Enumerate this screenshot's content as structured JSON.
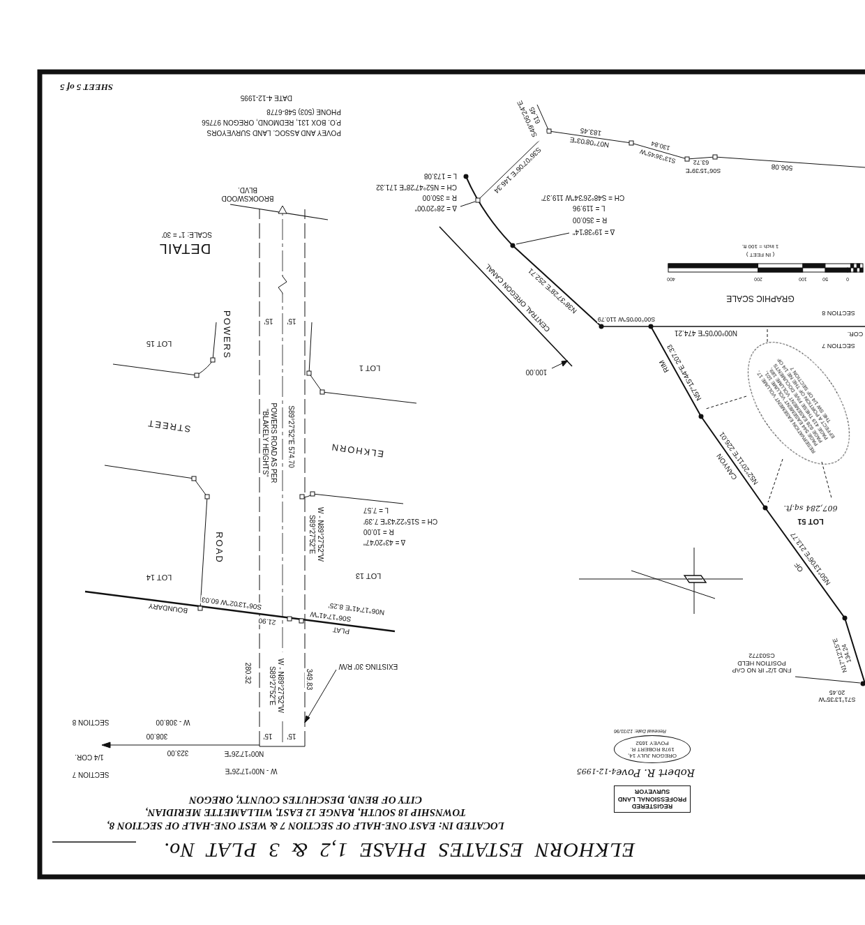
{
  "diagram": {
    "title": "ELKHORN ESTATES PHASE 1,2 & 3 PLAT No.",
    "nodes": [
      {
        "text": [
          "REGISTERED PROFESSIONAL LAND SURVEYOR",
          "OREGON JULY 14, 1978 ROBERT R. POVEY 1652",
          "Renewal Date: 12/31/96"
        ]
      },
      {
        "text": [
          "RESERVATION EASEMENT VOLUME 17, PAGE 544 EASEMENT VOLUME 101, PAGE 626 EASEMENT VOLUME 189, PAGE 419 THESE FIVE DOCUMENTS EFFECT A PORTION OF THE NE 1/4 OF THE SW 1/4 OF SECTION 7"
        ]
      }
    ],
    "labels": [
      "LOCATED IN: EAST ONE-HALF OF SECTION 7 & WEST ONE-HALF OF SECTION 8,",
      "TOWNSHIP 18 SOUTH, RANGE 12 EAST, WILLAMETTE MERIDIAN,",
      "CITY OF BEND, DESCHUTES COUNTY, OREGON",
      "SHEET 5 of 5",
      "POVEY AND ASSOC. LAND SURVEYORS",
      "P.O. BOX 131, REDMOND, OREGON 97756",
      "PHONE (503) 548-6778",
      "DATE 4-12-1995",
      "Robert R. Povey",
      "4-12-1995",
      "DETAIL",
      "SCALE: 1\" = 30'",
      "BROOKSWOOD BLVD.",
      "POWERS ROAD AS PER \"BLAKELY HEIGHTS\"",
      "S89°27'52\"E 574.70",
      "15'",
      "15'",
      "15'",
      "15'",
      "LOT 15",
      "LOT 1",
      "LOT 14",
      "LOT 13",
      "POWERS",
      "STREET",
      "ELKHORN",
      "ROAD",
      "PLAT",
      "BOUNDARY",
      "S06°13'02\"W 60.03",
      "21.90",
      "S06°17'41\"W",
      "N06°17'41\"E 8.25'",
      "Δ = 43°20'47\"",
      "R = 10.00",
      "CH = S15°22'43\"E 7.39'",
      "L = 7.57",
      "W - N89°27'52\"W S89°27'52\"E",
      "W - N89°27'52\"W S89°27'52\"E",
      "280.32",
      "349.83",
      "EXISTING 30' R/W",
      "W - N00°17'26\"E",
      "N00°17'26\"E",
      "W - 308.00",
      "308.00",
      "323.00",
      "SECTION 8",
      "SECTION 7",
      "1/4 COR.",
      "GRAPHIC SCALE",
      "( IN FEET )",
      "1 inch = 100 ft.",
      "0",
      "50",
      "100",
      "200",
      "400",
      "SECTION 8",
      "SECTION 7",
      "COR.",
      "N00°00'05\"E 474.21",
      "S00°00'05\"W 110.79",
      "RIM",
      "N57°15'44\"E 207.33",
      "CANYON",
      "N52°20'11\"E 226.01",
      "OF",
      "N50°13'06\"E 213.77",
      "N17°12'15\"E 134.24",
      "CENTRAL OREGON CANAL",
      "N38°37'28\"E 252.71",
      "100.00",
      "Δ = 19°38'14\"",
      "R = 350.00",
      "L = 119.96",
      "CH = S48°26'34\"W 119.37'",
      "Δ = 28°20'00\"",
      "R = 350.00",
      "CH = N52°47'28\"E 171.32",
      "L = 173.08",
      "S36°07'06\"E 146.34",
      "S49°06'24\"E 61.45",
      "N07°08'03\"E",
      "183.45",
      "S13°36'45\"W",
      "130.84",
      "63.72",
      "S06°15'39\"E",
      "506.08",
      "FND 1/2\" IR NO CAP POSITION HELD CS03772",
      "S71°13'35\"W 20.45",
      "LOT 51",
      "607,284 sq.ft."
    ]
  }
}
